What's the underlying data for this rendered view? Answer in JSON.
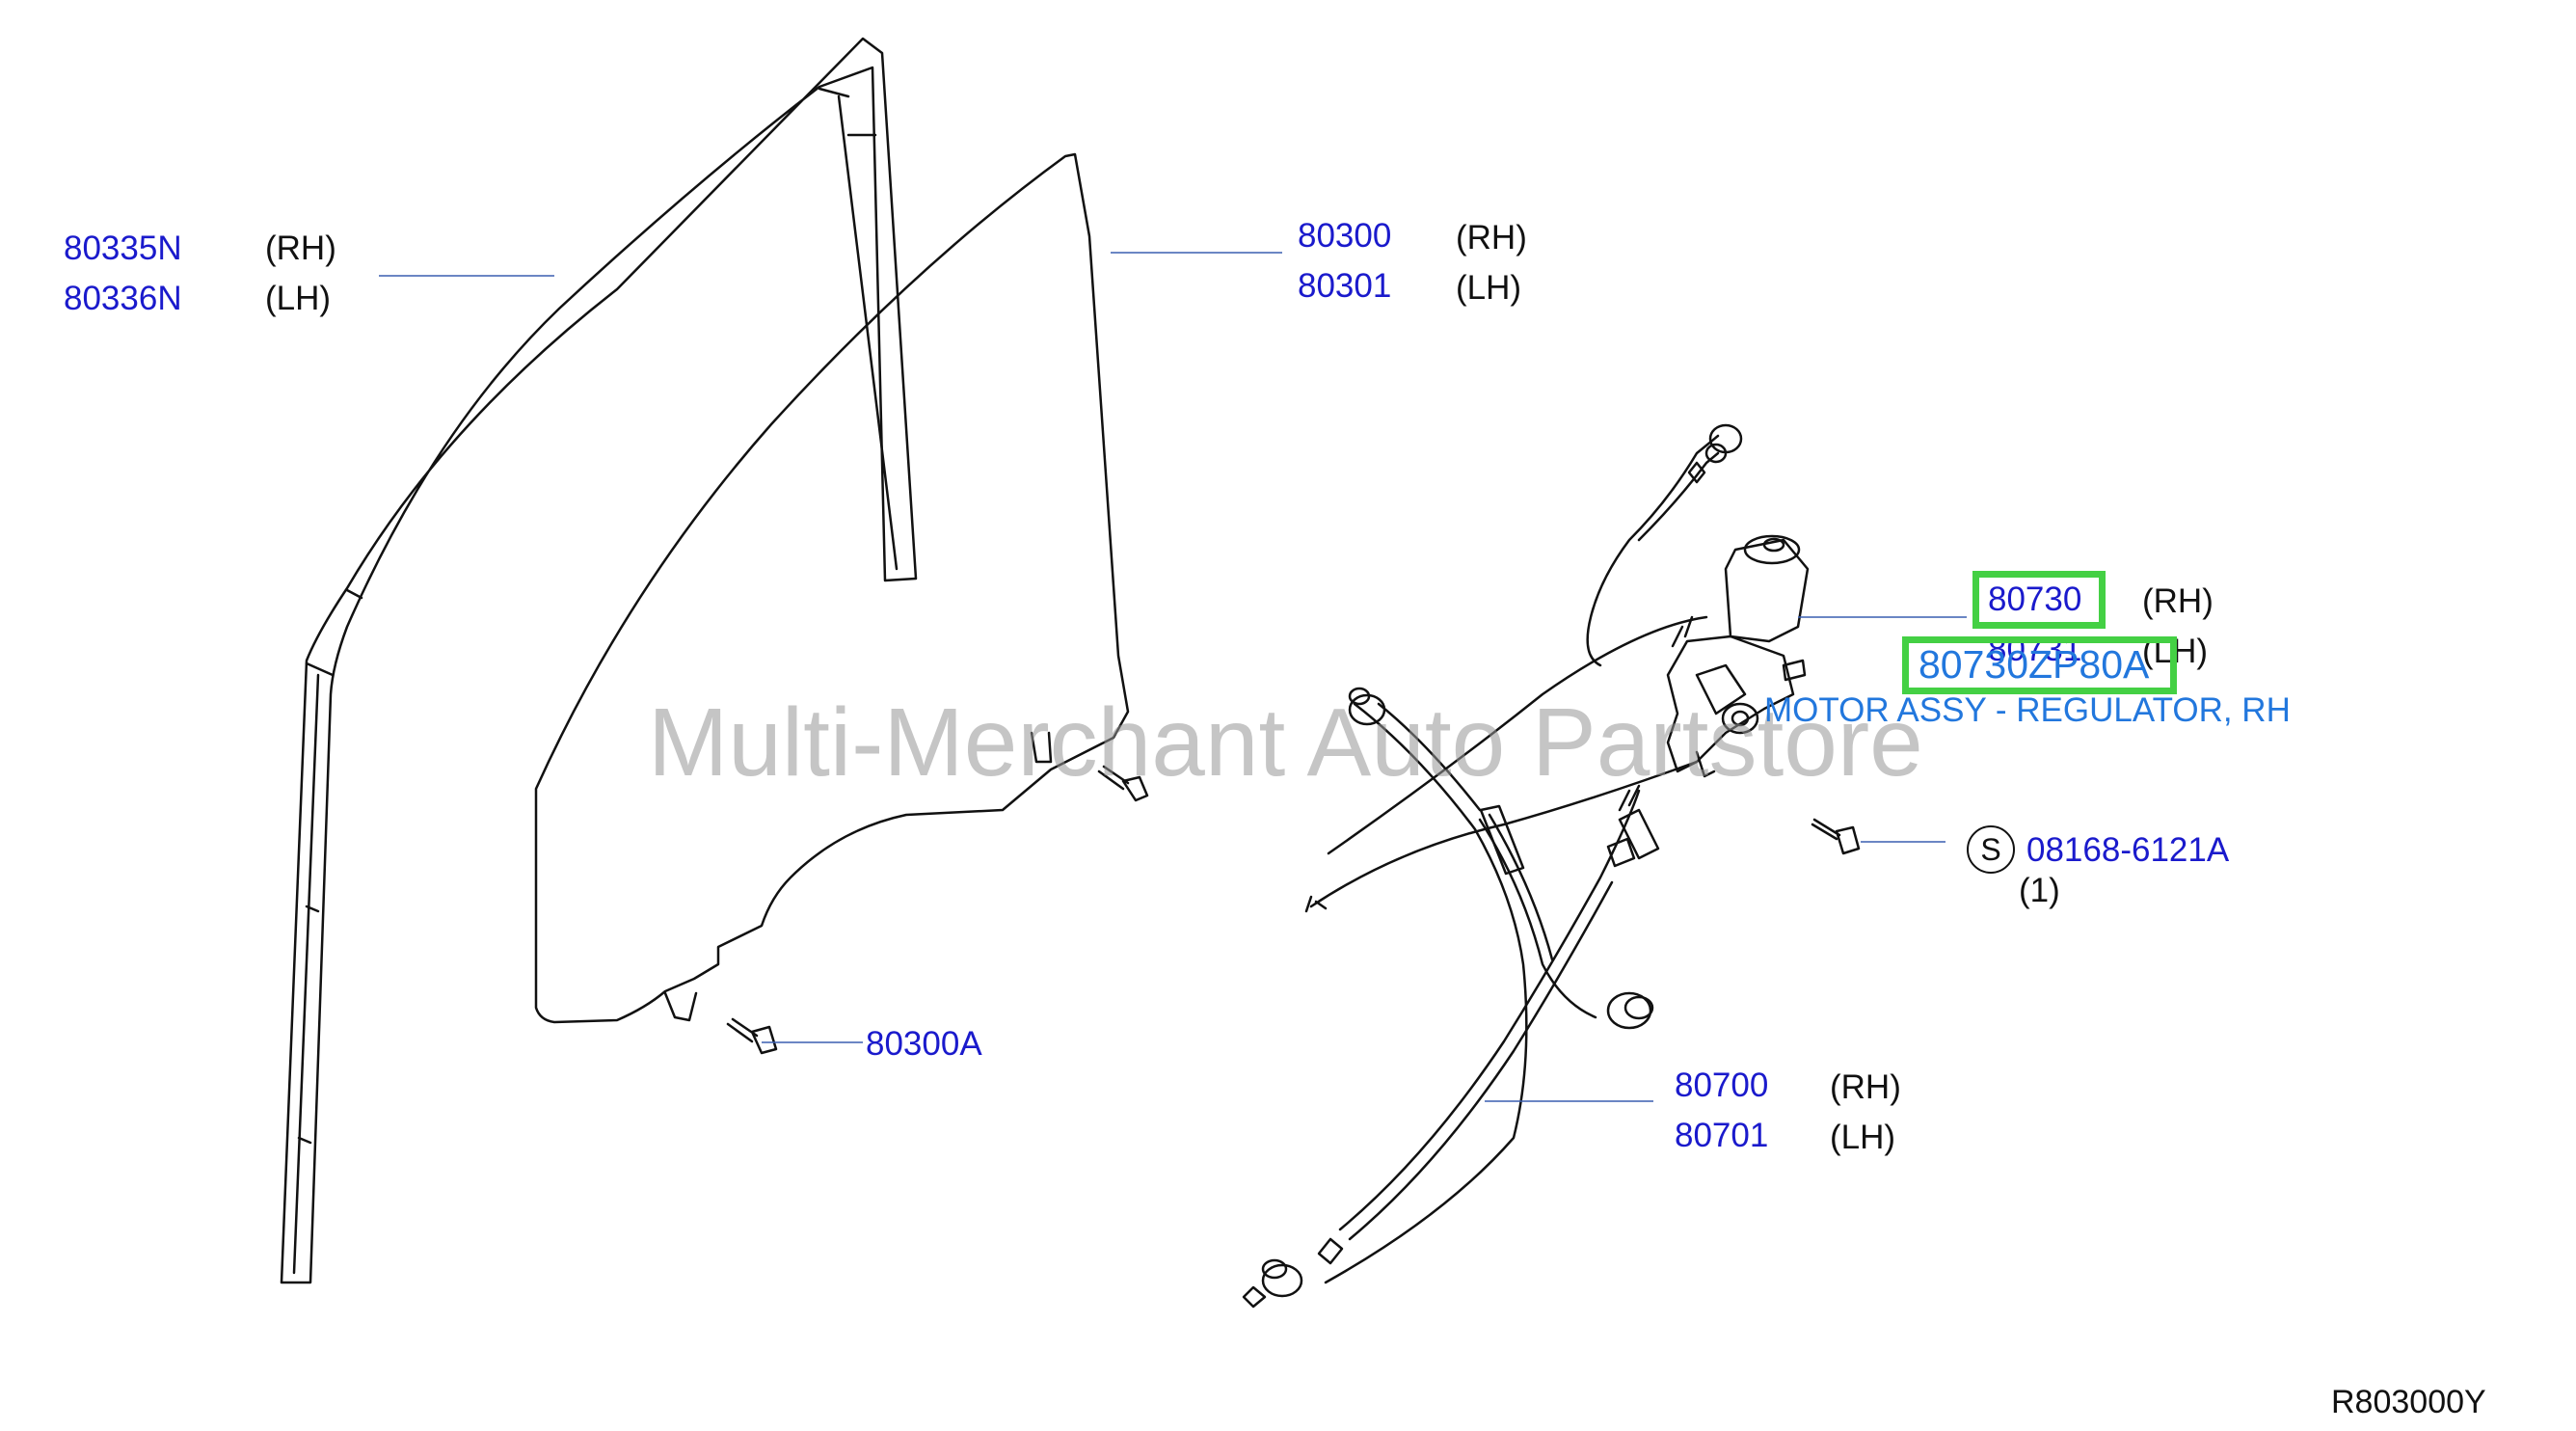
{
  "callouts": {
    "weatherstrip": {
      "rh_part": "80335N",
      "lh_part": "80336N",
      "rh_side": "(RH)",
      "lh_side": "(LH)"
    },
    "glass": {
      "rh_part": "80300",
      "lh_part": "80301",
      "rh_side": "(RH)",
      "lh_side": "(LH)"
    },
    "glass_bolt": {
      "part": "80300A"
    },
    "motor": {
      "rh_part": "80730",
      "lh_part": "80731",
      "rh_side": "(RH)",
      "lh_side": "(LH)"
    },
    "fastener": {
      "symbol": "S",
      "part": "08168-6121A",
      "qty": "(1)"
    },
    "regulator": {
      "rh_part": "80700",
      "lh_part": "80701",
      "rh_side": "(RH)",
      "lh_side": "(LH)"
    }
  },
  "overlay": {
    "part_number": "80730ZP80A",
    "description": "MOTOR ASSY - REGULATOR, RH",
    "highlight_color": "#44d044",
    "text_color": "#2277dd"
  },
  "watermark": "Multi-Merchant Auto Partstore",
  "diagram_code": "R803000Y",
  "colors": {
    "part_number": "#1a1acc",
    "line_art": "#111111",
    "leader": "#3a5fb0"
  }
}
